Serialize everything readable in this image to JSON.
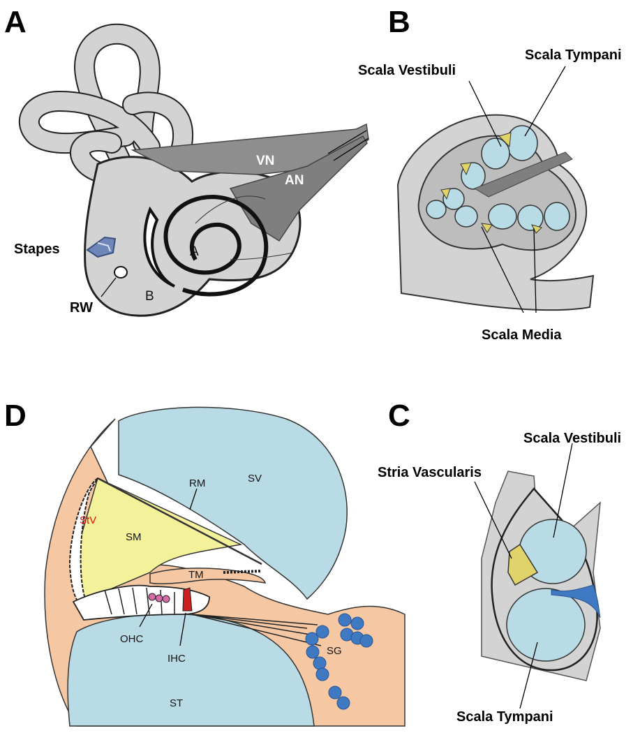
{
  "panels": {
    "A": {
      "letter": "A",
      "labels": {
        "vn": "VN",
        "an": "AN",
        "stapes": "Stapes",
        "rw": "RW",
        "a": "A",
        "b": "B"
      }
    },
    "B": {
      "letter": "B",
      "labels": {
        "scala_tympani": "Scala Tympani",
        "scala_vestibuli": "Scala Vestibuli",
        "scala_media": "Scala Media"
      }
    },
    "C": {
      "letter": "C",
      "labels": {
        "scala_vestibuli": "Scala Vestibuli",
        "stria_vascularis": "Stria Vascularis",
        "scala_tympani": "Scala Tympani"
      }
    },
    "D": {
      "letter": "D",
      "labels": {
        "rm": "RM",
        "sv": "SV",
        "stv": "StV",
        "sm": "SM",
        "tm": "TM",
        "ohc": "OHC",
        "ihc": "IHC",
        "sg": "SG",
        "st": "ST"
      }
    }
  },
  "colors": {
    "bony": "#d3d3d3",
    "nerve": "#8a8a8a",
    "fluid_blue": "#b9dbe6",
    "endolymph_yellow": "#f3f29b",
    "stria_yellow": "#e0d36a",
    "tissue_peach": "#f5c8a3",
    "ganglion_blue": "#3f79c2",
    "hair_cell_red": "#cc2020",
    "hair_cell_pink": "#d86aa8",
    "stapes_blue": "#6f86b8"
  }
}
